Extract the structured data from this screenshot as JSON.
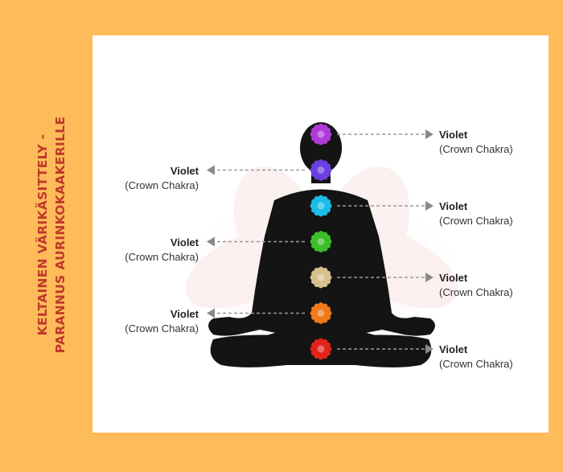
{
  "side_title": {
    "line1": "KELTAINEN VÄRIKÄSITTELY -",
    "line2": "PARANNUS AURINKOKAAKERILLE"
  },
  "chakras": [
    {
      "color": "#b03ad8",
      "label": {
        "name": "Violet",
        "desc": "(Crown Chakra)",
        "side": "right"
      }
    },
    {
      "color": "#6a3fe0",
      "label": {
        "name": "Violet",
        "desc": "(Crown Chakra)",
        "side": "left"
      }
    },
    {
      "color": "#1bbde6",
      "label": {
        "name": "Violet",
        "desc": "(Crown Chakra)",
        "side": "right"
      }
    },
    {
      "color": "#3cbf2a",
      "label": {
        "name": "Violet",
        "desc": "(Crown Chakra)",
        "side": "left"
      }
    },
    {
      "color": "#d8c08e",
      "label": {
        "name": "Violet",
        "desc": "(Crown Chakra)",
        "side": "right"
      }
    },
    {
      "color": "#f07a1a",
      "label": {
        "name": "Violet",
        "desc": "(Crown Chakra)",
        "side": "left"
      }
    },
    {
      "color": "#e2231a",
      "label": {
        "name": "Violet",
        "desc": "(Crown Chakra)",
        "side": "right"
      }
    }
  ]
}
